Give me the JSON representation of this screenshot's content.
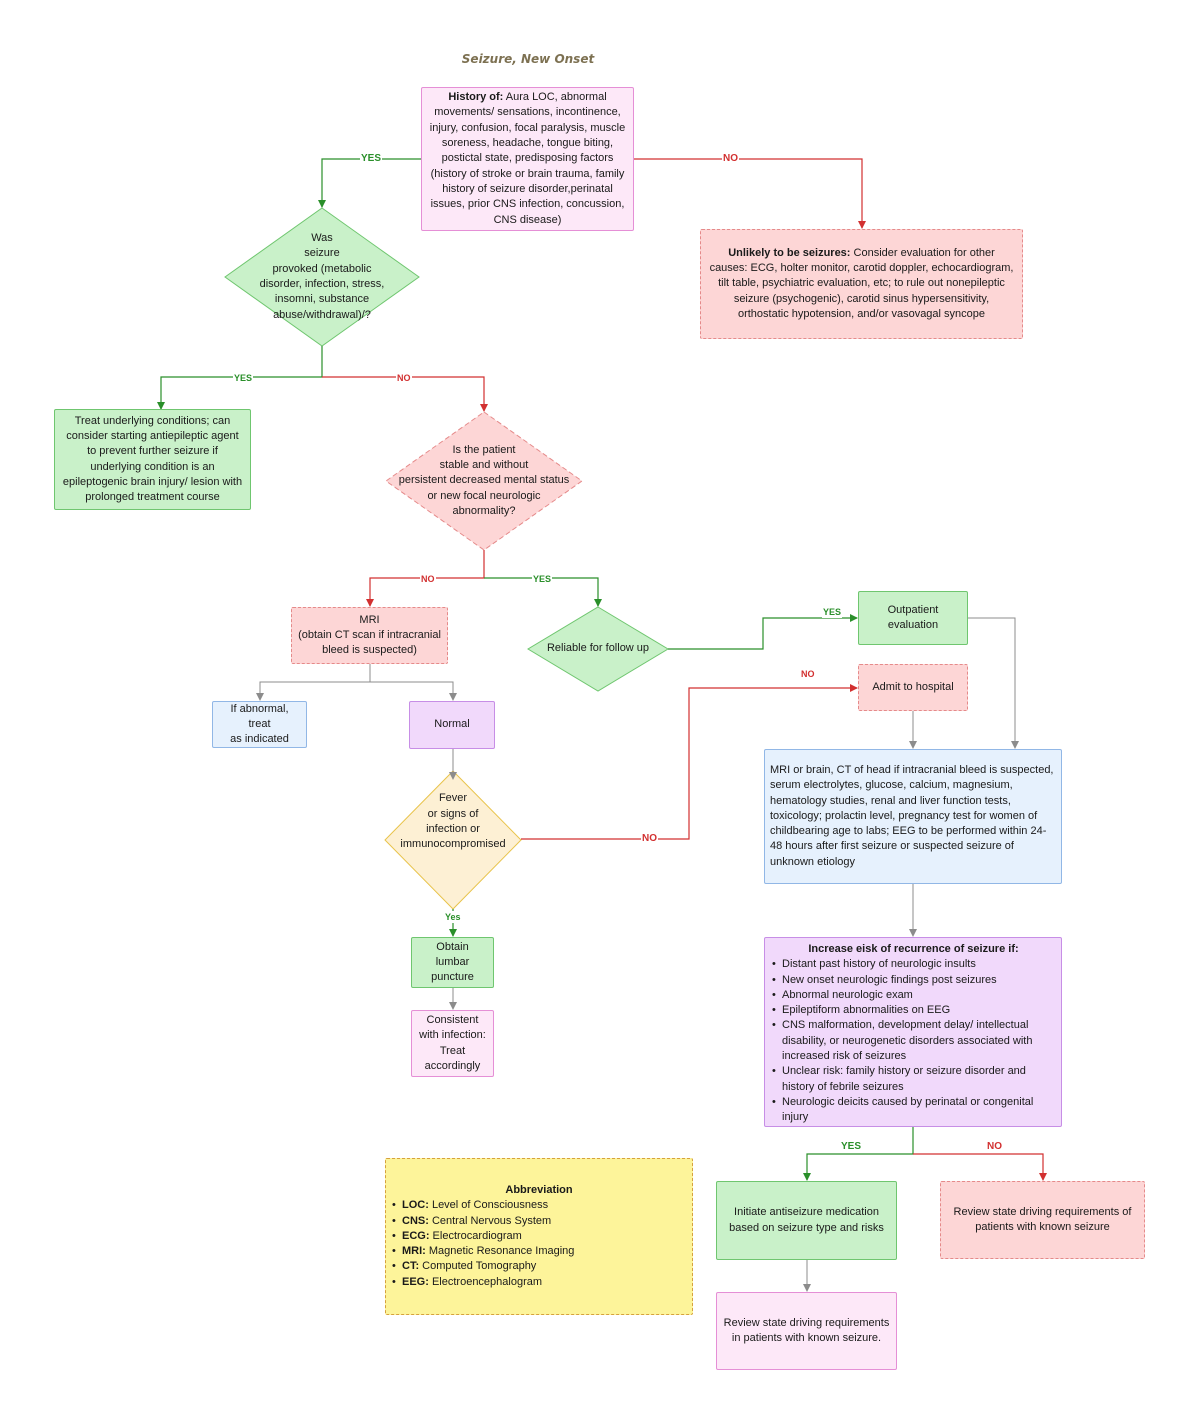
{
  "title": "Seizure, New Onset",
  "nodes": {
    "history": {
      "bold": "History of:",
      "text": " Aura LOC, abnormal movements/ sensations, incontinence, injury, confusion, focal paralysis, muscle soreness, headache, tongue biting, postictal state, predisposing factors (history of stroke or brain trauma, family history of seizure disorder,perinatal issues, prior CNS infection, concussion, CNS disease)"
    },
    "unlikely": {
      "bold": "Unlikely to be seizures:",
      "text": " Consider evaluation for other causes: ECG, holter monitor, carotid doppler, echocardiogram, tilt table, psychiatric evaluation, etc; to rule  out nonepileptic seizure (psychogenic), carotid sinus hypersensitivity, orthostatic hypotension, and/or vasovagal syncope"
    },
    "provoked": {
      "lines": [
        "Was",
        "seizure",
        "provoked (metabolic",
        "disorder, infection, stress,",
        "insomni, substance",
        "abuse/withdrawal)/?"
      ]
    },
    "treat_underlying": {
      "text": "Treat underlying conditions; can consider starting antiepileptic agent to prevent further seizure if underlying condition is an epileptogenic brain injury/ lesion with prolonged treatment  course"
    },
    "stable": {
      "lines": [
        "Is the patient",
        "stable and without",
        "persistent decreased mental status",
        "or new focal neurologic",
        "abnormality?"
      ]
    },
    "mri": {
      "lines": [
        "MRI",
        "(obtain CT scan if intracranial",
        "bleed is suspected)"
      ]
    },
    "reliable": {
      "text": "Reliable for follow up"
    },
    "outpatient": {
      "lines": [
        "Outpatient",
        "evaluation"
      ]
    },
    "admit": {
      "text": "Admit to hospital"
    },
    "abnormal": {
      "lines": [
        "If abnormal, treat",
        "as indicated"
      ]
    },
    "normal": {
      "text": "Normal"
    },
    "fever": {
      "lines": [
        "Fever",
        "or signs of",
        "infection or",
        "immunocompromised"
      ]
    },
    "workup": {
      "text": "MRI or brain, CT of head if intracranial bleed is suspected, serum electrolytes, glucose, calcium, magnesium, hematology studies, renal and liver function tests, toxicology; prolactin level, pregnancy test for women of childbearing age to labs; EEG to be performed within 24-48 hours after first seizure or suspected seizure of unknown etiology"
    },
    "lumbar": {
      "lines": [
        "Obtain lumbar",
        "puncture"
      ]
    },
    "consistent": {
      "lines": [
        "Consistent",
        "with infection:",
        "Treat",
        "accordingly"
      ]
    },
    "risk": {
      "title": "Increase eisk of recurrence of seizure if:",
      "items": [
        "Distant past history of neurologic insults",
        "New onset neurologic findings post seizures",
        "Abnormal neurologic exam",
        "Epileptiform abnormalities on EEG",
        "CNS malformation, development delay/ intellectual disability, or neurogenetic disorders associated with increased risk of seizures",
        "Unclear risk: family history or seizure disorder and history of febrile seizures",
        "Neurologic deicits caused by perinatal or congenital injury"
      ]
    },
    "initiate": {
      "text": "Initiate antiseizure medication based on seizure type and risks"
    },
    "review_no": {
      "text": "Review state driving requirements of patients with known seizure"
    },
    "review_yes": {
      "text": "Review state driving requirements in patients with known seizure."
    },
    "abbrev": {
      "title": "Abbreviation",
      "items": [
        {
          "abbr": "LOC:",
          "full": " Level of Consciousness"
        },
        {
          "abbr": "CNS:",
          "full": " Central Nervous System"
        },
        {
          "abbr": "ECG:",
          "full": " Electrocardiogram"
        },
        {
          "abbr": "MRI:",
          "full": " Magnetic Resonance Imaging"
        },
        {
          "abbr": "CT:",
          "full": " Computed Tomography"
        },
        {
          "abbr": "EEG:",
          "full": " Electroencephalogram"
        }
      ]
    }
  },
  "edge_labels": {
    "history_yes": "YES",
    "history_no": "NO",
    "provoked_yes": "YES",
    "provoked_no": "NO",
    "stable_no": "NO",
    "stable_yes": "YES",
    "reliable_yes": "YES",
    "admit_no": "NO",
    "fever_no": "NO",
    "fever_yes": "Yes",
    "risk_yes": "YES",
    "risk_no": "NO"
  },
  "colors": {
    "yes_edge": "#2a8f2a",
    "no_edge": "#d23030",
    "neutral_edge": "#8c8c8c"
  }
}
